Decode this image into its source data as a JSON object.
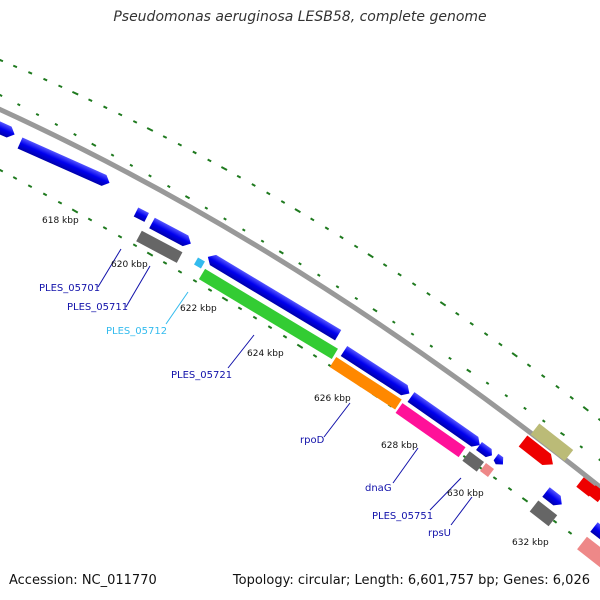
{
  "title": "Pseudomonas aeruginosa LESB58, complete genome",
  "footer": {
    "accession": "Accession: NC_011770",
    "summary": "Topology: circular; Length: 6,601,757 bp; Genes: 6,026"
  },
  "ticks": [
    "618 kbp",
    "620 kbp",
    "622 kbp",
    "624 kbp",
    "626 kbp",
    "628 kbp",
    "630 kbp",
    "632 kbp"
  ],
  "gene_labels": [
    "PLES_05701",
    "PLES_05711",
    "PLES_05712",
    "PLES_05721",
    "rpoD",
    "dnaG",
    "PLES_05751",
    "rpsU"
  ],
  "colors": {
    "backbone": "#999999",
    "tick_marks": "#1f7a1f",
    "cds": "#0000ee",
    "trna": "#33bbee",
    "gray_feature": "#666666",
    "green_feature": "#33cc33",
    "orange_feature": "#ff8800",
    "magenta_feature": "#ff1199",
    "pink_feature": "#ee8888",
    "olive_feature": "#bbbb77",
    "red_feature": "#ee0000",
    "label_default": "#1111aa",
    "label_highlight": "#33bbee"
  }
}
